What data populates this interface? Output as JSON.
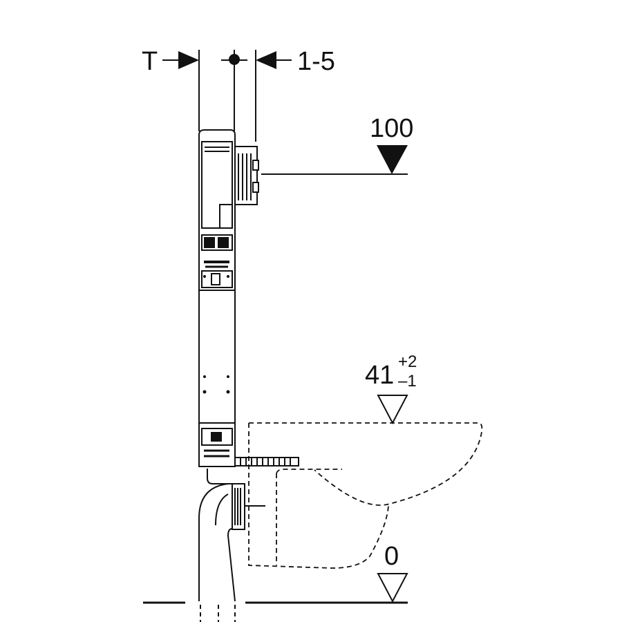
{
  "labels": {
    "wall_thickness": "T",
    "adjustment": "1-5",
    "flush_height": "100",
    "seat_height": "41",
    "seat_tol_plus": "+2",
    "seat_tol_minus": "–1",
    "floor_level": "0"
  }
}
